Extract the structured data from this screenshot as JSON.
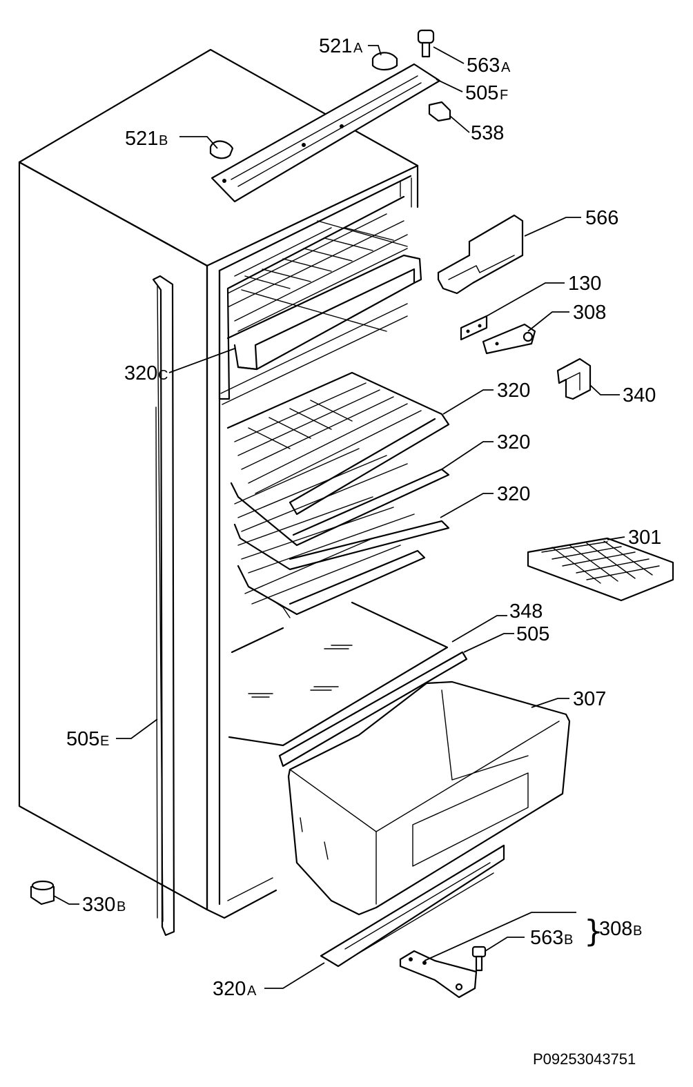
{
  "labels": {
    "p521a": {
      "num": "521",
      "suffix": "A"
    },
    "p563a": {
      "num": "563",
      "suffix": "A"
    },
    "p505f": {
      "num": "505",
      "suffix": "F"
    },
    "p521b": {
      "num": "521",
      "suffix": "B"
    },
    "p538": {
      "num": "538"
    },
    "p566": {
      "num": "566"
    },
    "p130": {
      "num": "130"
    },
    "p308": {
      "num": "308"
    },
    "p320c": {
      "num": "320",
      "suffix": "C"
    },
    "p340": {
      "num": "340"
    },
    "p320_1": {
      "num": "320"
    },
    "p320_2": {
      "num": "320"
    },
    "p320_3": {
      "num": "320"
    },
    "p301": {
      "num": "301"
    },
    "p348": {
      "num": "348"
    },
    "p505": {
      "num": "505"
    },
    "p307": {
      "num": "307"
    },
    "p505e": {
      "num": "505",
      "suffix": "E"
    },
    "p330b": {
      "num": "330",
      "suffix": "B"
    },
    "p563b": {
      "num": "563",
      "suffix": "B"
    },
    "p308b": {
      "num": "308",
      "suffix": "B",
      "brace": "}"
    },
    "p320a": {
      "num": "320",
      "suffix": "A"
    }
  },
  "reference_code": "P09253043751"
}
